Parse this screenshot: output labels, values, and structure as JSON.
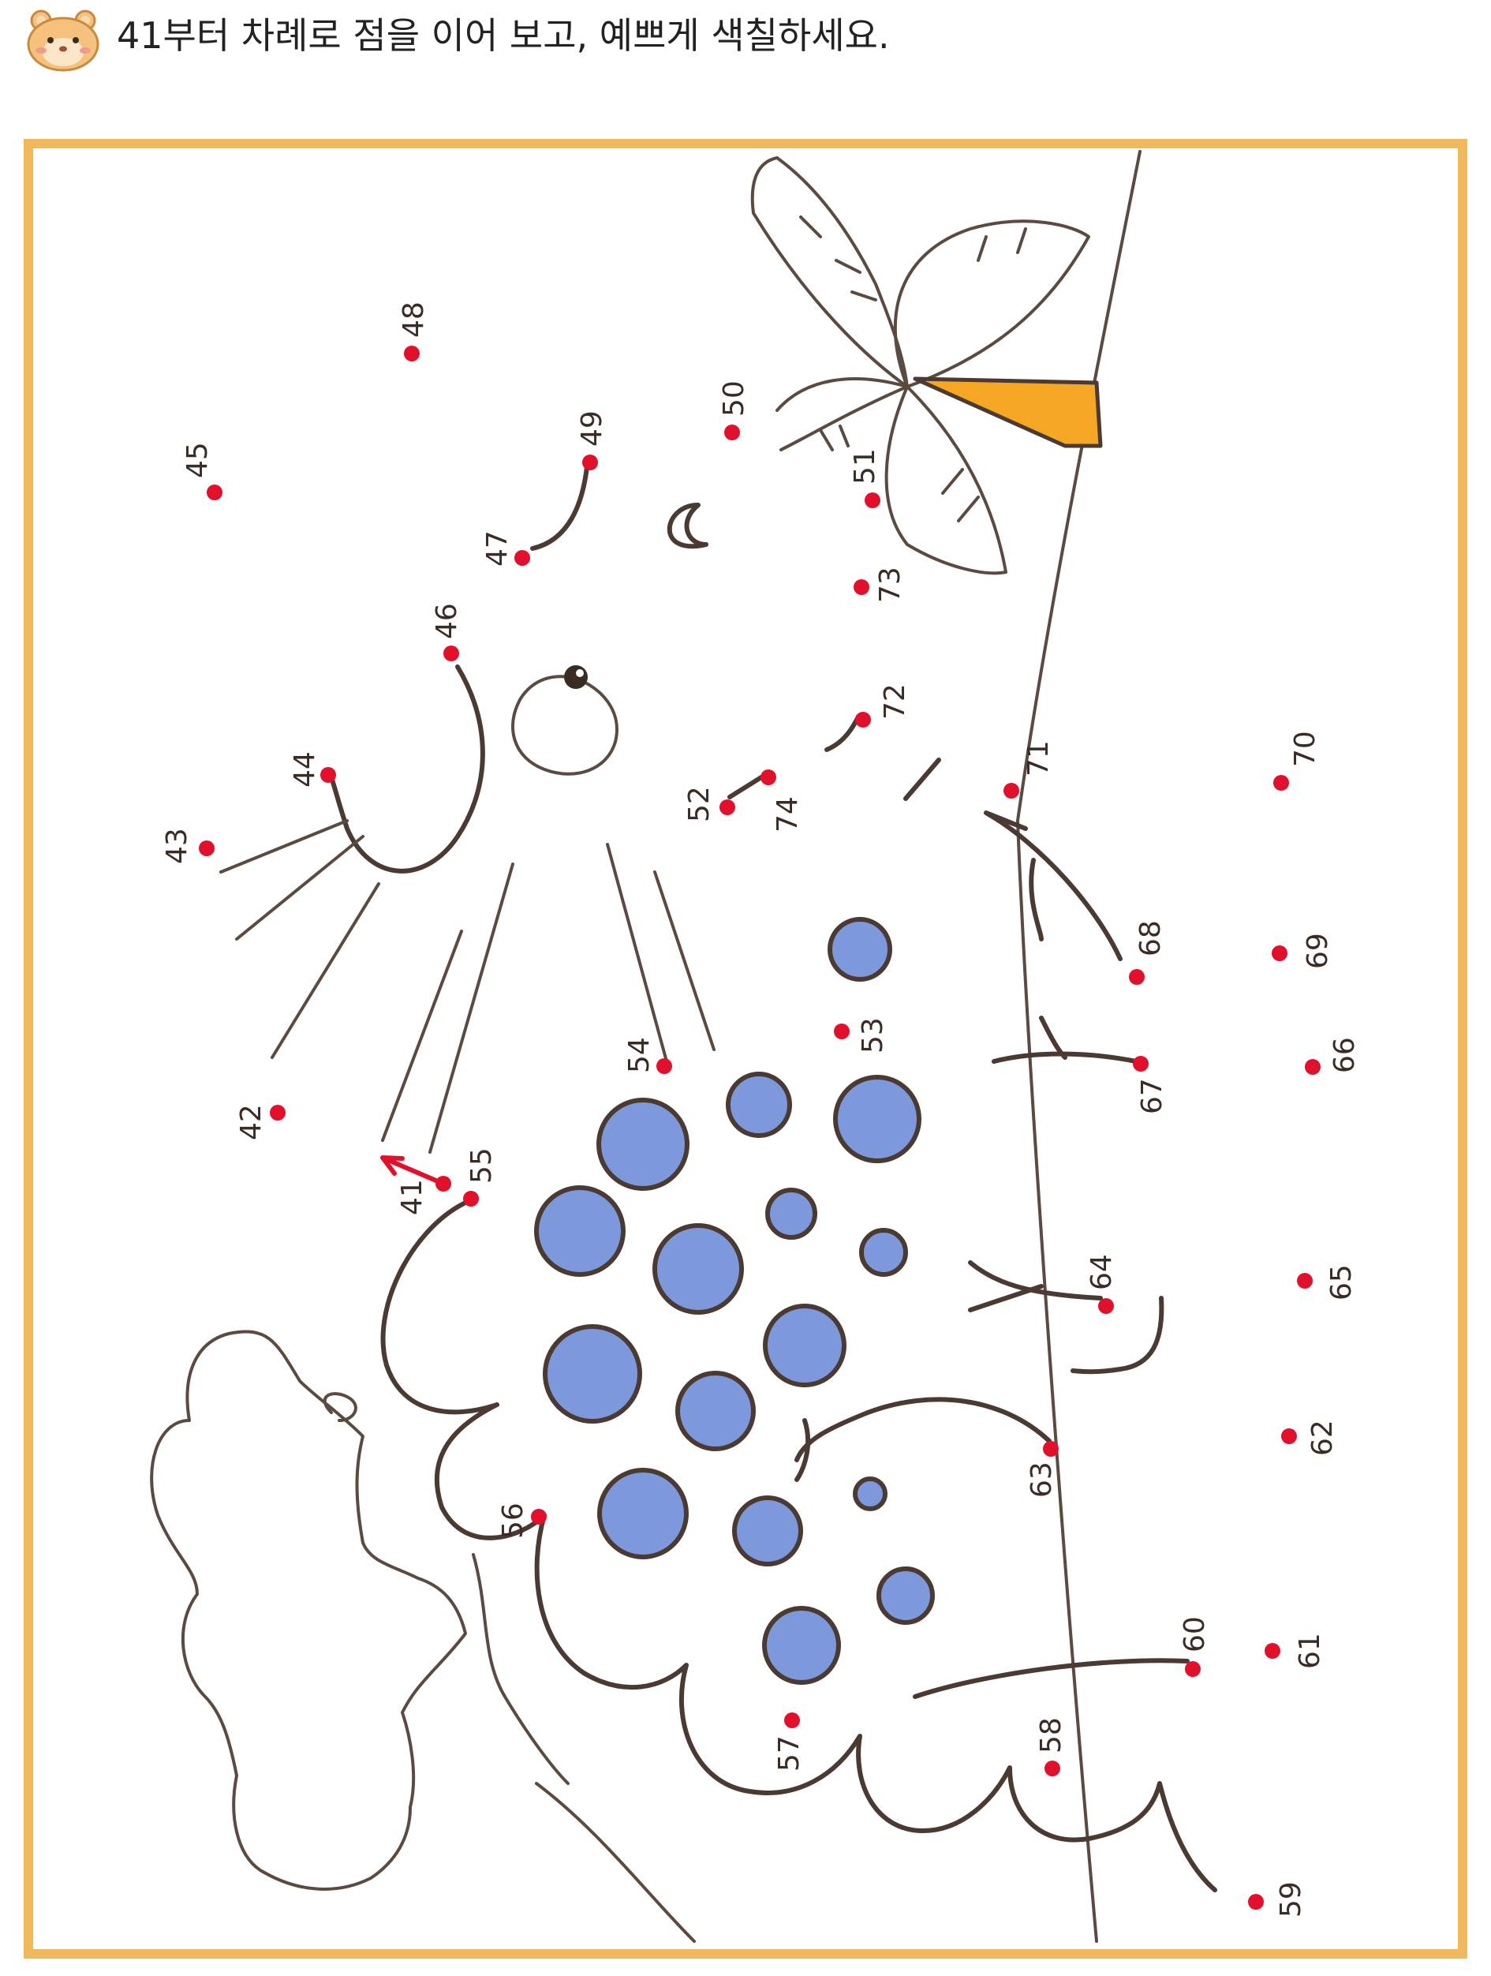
{
  "header": {
    "mascot_icon": "hamster-face-icon",
    "instruction": "41부터 차례로 점을 이어 보고, 예쁘게 색칠하세요."
  },
  "colors": {
    "frame": "#f0b85a",
    "dot": "#e2102a",
    "bubble": "#7d98db",
    "flag": "#f5a623",
    "line": "#4a3a32"
  },
  "dots": [
    "41",
    "42",
    "43",
    "44",
    "45",
    "46",
    "47",
    "48",
    "49",
    "50",
    "51",
    "52",
    "53",
    "54",
    "55",
    "56",
    "57",
    "58",
    "59",
    "60",
    "61",
    "62",
    "63",
    "64",
    "65",
    "66",
    "67",
    "68",
    "69",
    "70",
    "71",
    "72",
    "73",
    "74"
  ]
}
